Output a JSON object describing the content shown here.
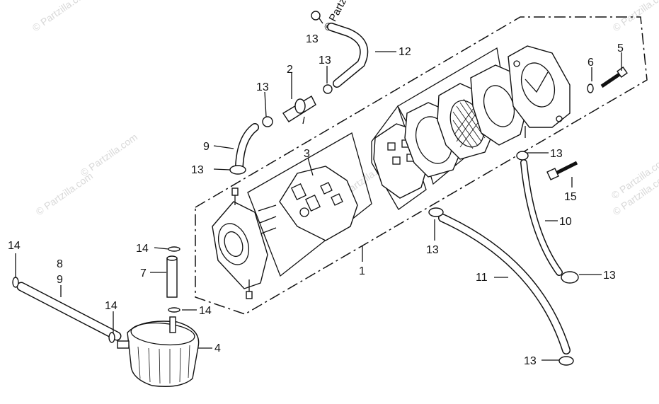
{
  "watermark": {
    "header_text": "© Partzilla.com",
    "repeat_text": "© Partzilla.com"
  },
  "callouts": {
    "c1": "1",
    "c2": "2",
    "c3": "3",
    "c4": "4",
    "c5": "5",
    "c6": "6",
    "c7": "7",
    "c8": "8",
    "c9a": "9",
    "c9b": "9",
    "c10": "10",
    "c11": "11",
    "c12": "12",
    "c13a": "13",
    "c13b": "13",
    "c13c": "13",
    "c13d": "13",
    "c13e": "13",
    "c13f": "13",
    "c13g": "13",
    "c13h": "13",
    "c14a": "14",
    "c14b": "14",
    "c14c": "14",
    "c14d": "14",
    "c15": "15"
  },
  "colors": {
    "line": "#111111",
    "watermark": "#d9d9d9",
    "background": "#ffffff"
  }
}
